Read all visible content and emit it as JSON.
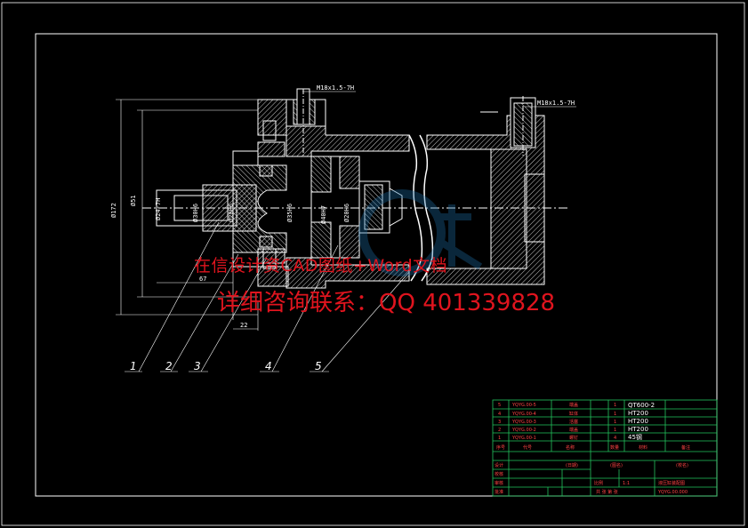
{
  "dims": {
    "thread_top": "M18x1.5-7H",
    "thread_right": "M18x1.5-7H",
    "d_outer": "Ø172",
    "d_mid": "Ø51",
    "d_small": "Ø24-7H",
    "d_bore": "Ø30H6",
    "d_inner": "Ø20H6",
    "d_shaft": "Ø35H6",
    "d_ring": "Ø40H7",
    "d_tip": "Ø20H6",
    "len_67": "67",
    "len_22": "22"
  },
  "balloons": [
    "1",
    "2",
    "3",
    "4",
    "5"
  ],
  "watermark": {
    "line1": "在信设计资CAD图纸+Word文档",
    "line2": "详细咨询联系：QQ 401339828"
  },
  "parts_table": {
    "rows": [
      {
        "no": "5",
        "code": "YQYG.00-5",
        "name": "端盖",
        "qty": "1",
        "material": "QT600-2"
      },
      {
        "no": "4",
        "code": "YQYG.00-4",
        "name": "缸体",
        "qty": "1",
        "material": "HT200"
      },
      {
        "no": "3",
        "code": "YQYG.00-3",
        "name": "活塞",
        "qty": "1",
        "material": "HT200"
      },
      {
        "no": "2",
        "code": "YQYG.00-2",
        "name": "端盖",
        "qty": "1",
        "material": "HT200"
      },
      {
        "no": "1",
        "code": "YQYG.00-1",
        "name": "螺钉",
        "qty": "4",
        "material": "45钢"
      }
    ],
    "header": {
      "no": "序号",
      "code": "代号",
      "name": "名称",
      "qty": "数量",
      "material": "材料",
      "note": "备注"
    }
  },
  "title_block": {
    "design": "设计",
    "check": "校核",
    "review": "审核",
    "approve": "批准",
    "date_label": "(日期)",
    "drawing_name": "(图名)",
    "school": "(校名)",
    "scale_label": "比例",
    "scale_value": "1:1",
    "sheet": "共 张 第 张",
    "title": "液压缸装配图",
    "code": "YQYG.00.000"
  }
}
